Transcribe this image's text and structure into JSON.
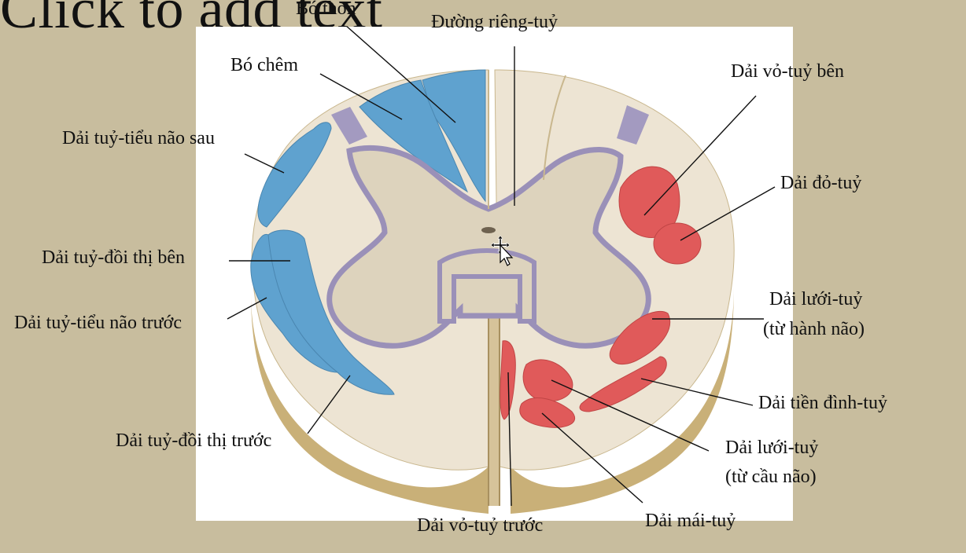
{
  "slide": {
    "placeholder_text": "Click to add text"
  },
  "diagram": {
    "labels": {
      "bo_thon": "Bó thon",
      "duong_rieng_tuy": "Đường riêng-tuỷ",
      "bo_chem": "Bó chêm",
      "dai_vo_tuy_ben": "Dải vỏ-tuỷ bên",
      "dai_tuy_tieu_nao_sau": "Dải tuỷ-tiểu não sau",
      "dai_do_tuy": "Dải đỏ-tuỷ",
      "dai_tuy_doi_thi_ben": "Dải tuỷ-đồi thị bên",
      "dai_tuy_tieu_nao_truoc": "Dải tuỷ-tiểu não trước",
      "dai_luoi_tuy_hanh_nao_1": "Dải lưới-tuỷ",
      "dai_luoi_tuy_hanh_nao_2": "(từ hành não)",
      "dai_tien_dinh_tuy": "Dải tiền đình-tuỷ",
      "dai_tuy_doi_thi_truoc": "Dải tuỷ-đồi thị trước",
      "dai_luoi_tuy_cau_nao_1": "Dải lưới-tuỷ",
      "dai_luoi_tuy_cau_nao_2": "(từ cầu não)",
      "dai_vo_tuy_truoc": "Dải vỏ-tuỷ trước",
      "dai_mai_tuy": "Dải mái-tuỷ"
    },
    "colors": {
      "slide_background": "#c8bd9e",
      "white_matter": "#ede4d3",
      "grey_matter": "#ddd3bd",
      "grey_outline": "#9a90b8",
      "ascending_tract": "#5fa2cf",
      "descending_tract": "#e05a5a",
      "cut_side": "#c9b078"
    }
  }
}
